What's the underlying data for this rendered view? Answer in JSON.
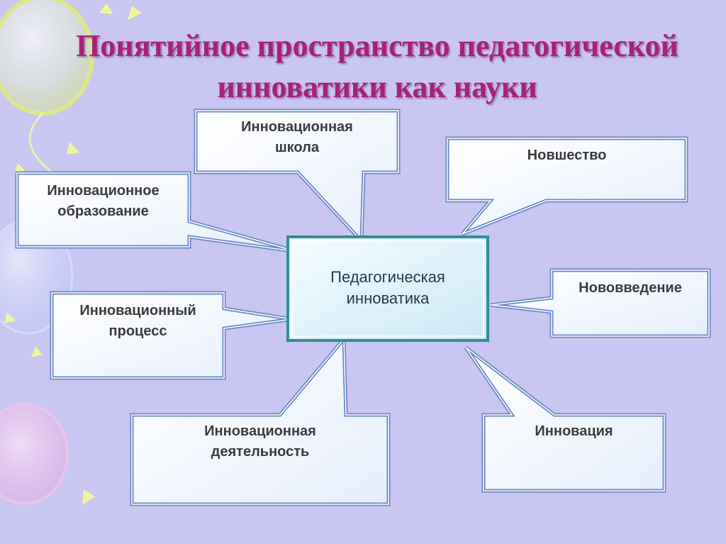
{
  "title": {
    "line1": "Понятийное пространство педагогической",
    "line2": "инноватики как науки"
  },
  "center": {
    "line1": "Педагогическая",
    "line2": "инноватика"
  },
  "callouts": {
    "school": {
      "line1": "Инновационная",
      "line2": "школа"
    },
    "education": {
      "line1": "Инновационное",
      "line2": "образование"
    },
    "novelty": {
      "line1": "Новшество"
    },
    "process": {
      "line1": "Инновационный",
      "line2": "процесс"
    },
    "introduction": {
      "line1": "Нововведение"
    },
    "activity": {
      "line1": "Инновационная",
      "line2": "деятельность"
    },
    "innovation": {
      "line1": "Инновация"
    }
  },
  "colors": {
    "background": "#c9c6f1",
    "title": "#a8207d",
    "box_border": "#6a88c4",
    "center_border": "#2f8f99"
  }
}
